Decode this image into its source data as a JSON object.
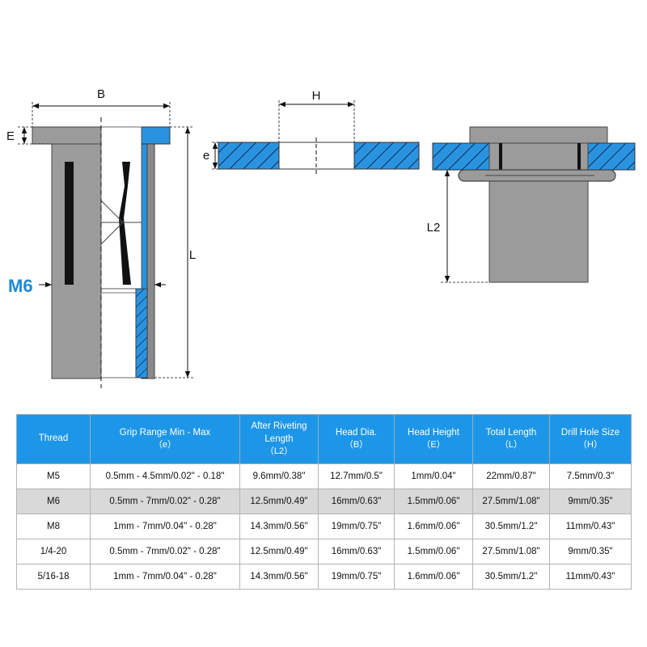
{
  "colors": {
    "accent_blue": "#1e96e8",
    "steel_gray": "#9b9b9b",
    "hatch_blue": "#2a93e0"
  },
  "diagram": {
    "labels": {
      "B": "B",
      "E": "E",
      "L": "L",
      "H": "H",
      "e": "e",
      "L2": "L2",
      "thread": "M6"
    }
  },
  "table": {
    "headers": [
      {
        "main": "Thread",
        "sub": ""
      },
      {
        "main": "Grip Range Min - Max",
        "sub": "（e）"
      },
      {
        "main": "After Riveting Length",
        "sub": "（L2）"
      },
      {
        "main": "Head Dia.",
        "sub": "（B）"
      },
      {
        "main": "Head Height",
        "sub": "（E）"
      },
      {
        "main": "Total Length",
        "sub": "（L）"
      },
      {
        "main": "Drill Hole Size",
        "sub": "（H）"
      }
    ],
    "rows": [
      [
        "M5",
        "0.5mm - 4.5mm/0.02\" - 0.18\"",
        "9.6mm/0.38\"",
        "12.7mm/0.5\"",
        "1mm/0.04\"",
        "22mm/0.87\"",
        "7.5mm/0.3\""
      ],
      [
        "M6",
        "0.5mm - 7mm/0.02\" - 0.28\"",
        "12.5mm/0.49\"",
        "16mm/0.63\"",
        "1.5mm/0.06\"",
        "27.5mm/1.08\"",
        "9mm/0.35\""
      ],
      [
        "M8",
        "1mm - 7mm/0.04\" - 0.28\"",
        "14.3mm/0.56\"",
        "19mm/0.75\"",
        "1.6mm/0.06\"",
        "30.5mm/1.2\"",
        "11mm/0.43\""
      ],
      [
        "1/4-20",
        "0.5mm - 7mm/0.02\" - 0.28\"",
        "12.5mm/0.49\"",
        "16mm/0.63\"",
        "1.5mm/0.06\"",
        "27.5mm/1.08\"",
        "9mm/0.35\""
      ],
      [
        "5/16-18",
        "1mm - 7mm/0.04\" - 0.28\"",
        "14.3mm/0.56\"",
        "19mm/0.75\"",
        "1.6mm/0.06\"",
        "30.5mm/1.2\"",
        "11mm/0.43\""
      ]
    ]
  }
}
